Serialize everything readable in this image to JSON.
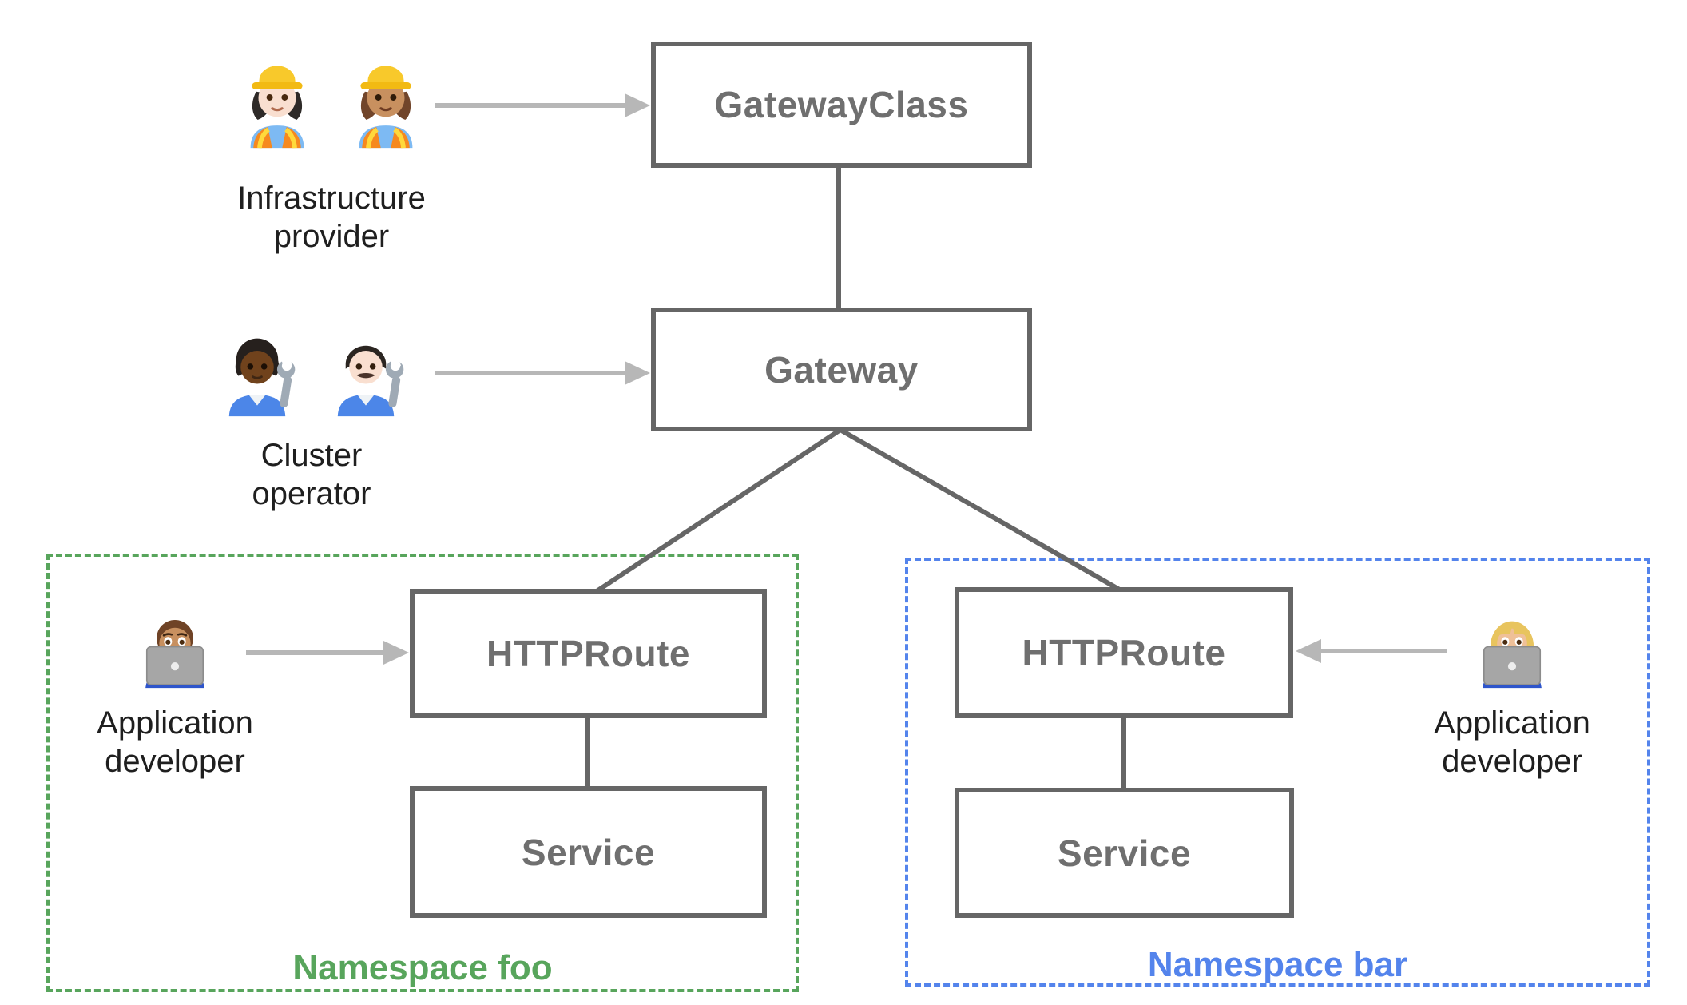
{
  "nodes": {
    "gatewayclass": {
      "label": "GatewayClass"
    },
    "gateway": {
      "label": "Gateway"
    },
    "httproute_foo": {
      "label": "HTTPRoute"
    },
    "service_foo": {
      "label": "Service"
    },
    "httproute_bar": {
      "label": "HTTPRoute"
    },
    "service_bar": {
      "label": "Service"
    }
  },
  "namespaces": {
    "foo": {
      "label": "Namespace foo",
      "color": "#58A55C"
    },
    "bar": {
      "label": "Namespace bar",
      "color": "#5484EC"
    }
  },
  "personas": {
    "infrastructure_provider": {
      "line1": "Infrastructure",
      "line2": "provider",
      "icons": [
        "woman-construction-worker-light-skin",
        "woman-construction-worker-medium-skin"
      ]
    },
    "cluster_operator": {
      "line1": "Cluster",
      "line2": "operator",
      "icons": [
        "person-mechanic-dark-skin",
        "man-mechanic-light-skin"
      ]
    },
    "application_developer_foo": {
      "line1": "Application",
      "line2": "developer",
      "icons": [
        "man-technologist-medium-skin"
      ]
    },
    "application_developer_bar": {
      "line1": "Application",
      "line2": "developer",
      "icons": [
        "woman-technologist-blonde"
      ]
    }
  },
  "colors": {
    "background": "#FFFFFF",
    "box_border": "#666666",
    "box_text": "#6F6F6F",
    "connector_line": "#666666",
    "arrow": "#B7B7B7",
    "persona_text": "#1F1F1F",
    "namespace_foo": "#58A55C",
    "namespace_bar": "#5484EC"
  }
}
